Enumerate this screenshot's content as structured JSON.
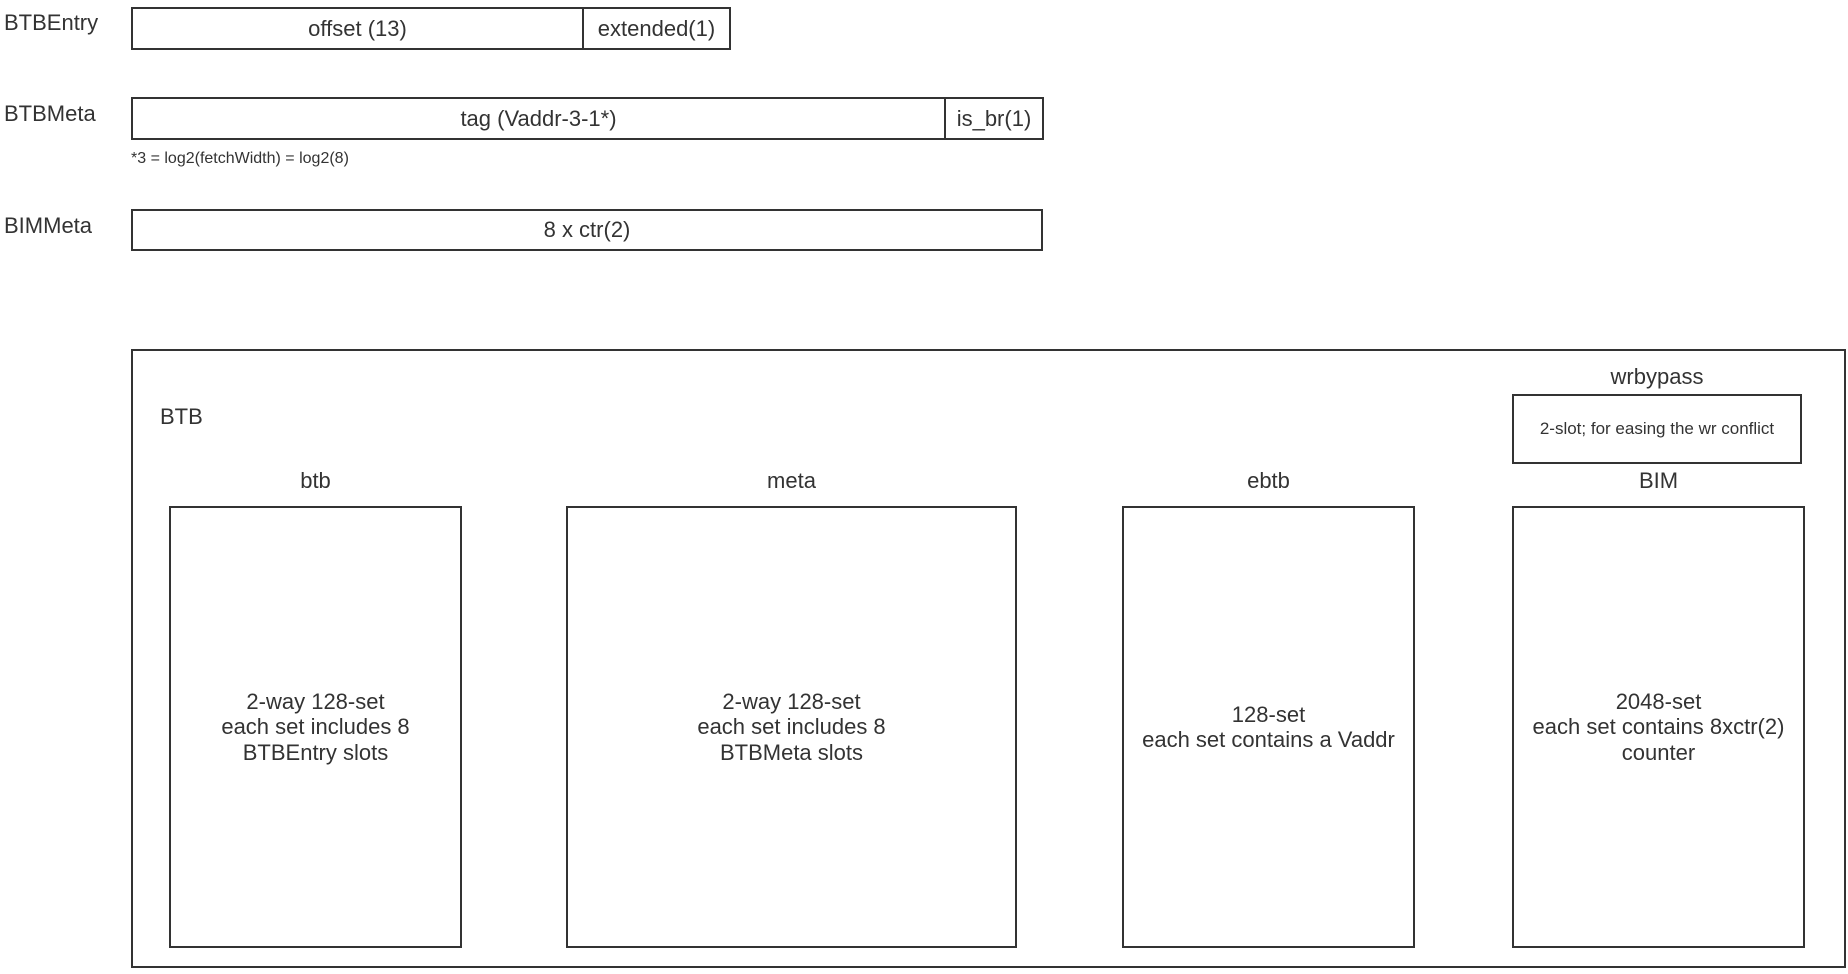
{
  "formats": {
    "btb_entry": {
      "label": "BTBEntry",
      "fields": [
        "offset (13)",
        "extended(1)"
      ]
    },
    "btb_meta": {
      "label": "BTBMeta",
      "fields": [
        "tag (Vaddr-3-1*)",
        "is_br(1)"
      ],
      "note": "*3 = log2(fetchWidth) = log2(8)"
    },
    "bim_meta": {
      "label": "BIMMeta",
      "fields": [
        "8 x ctr(2)"
      ]
    }
  },
  "btb": {
    "title": "BTB",
    "wrbypass": {
      "title": "wrbypass",
      "text": "2-slot; for easing the wr conflict"
    },
    "blocks": [
      {
        "title": "btb",
        "lines": [
          "2-way 128-set",
          "each set includes 8",
          "BTBEntry slots"
        ]
      },
      {
        "title": "meta",
        "lines": [
          "2-way 128-set",
          "each set includes 8",
          "BTBMeta slots"
        ]
      },
      {
        "title": "ebtb",
        "lines": [
          "128-set",
          "each set contains a Vaddr"
        ]
      },
      {
        "title": "BIM",
        "lines": [
          "2048-set",
          "each set contains 8xctr(2)",
          "counter"
        ]
      }
    ]
  }
}
